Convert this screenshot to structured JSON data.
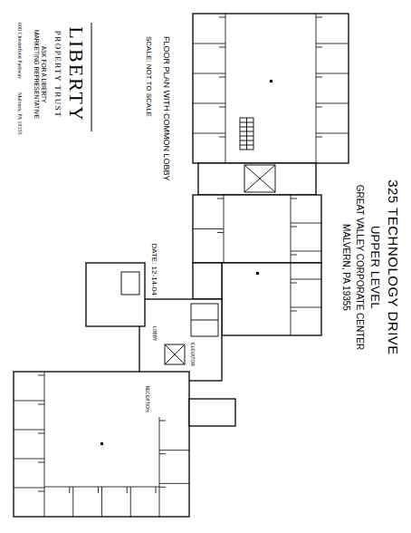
{
  "diagram": {
    "title": "325 TECHNOLOGY DRIVE",
    "labels": [
      "UPPER LEVEL",
      "GREAT VALLEY CORPORATE CENTER",
      "MALVERN, PA 19355",
      "FLOOR PLAN WITH COMMON LOBBY",
      "SCALE: NOT TO SCALE",
      "DATE: 12-14-04",
      "LIBERTY",
      "PROPERTY TRUST",
      "ASK FOR A LIBERTY",
      "MARKETING REPRESENTATIVE",
      "600 Chesterfield Parkway",
      "Malvern, PA 19355",
      "LOBBY",
      "ELEVATOR",
      "RECEPTION"
    ]
  }
}
